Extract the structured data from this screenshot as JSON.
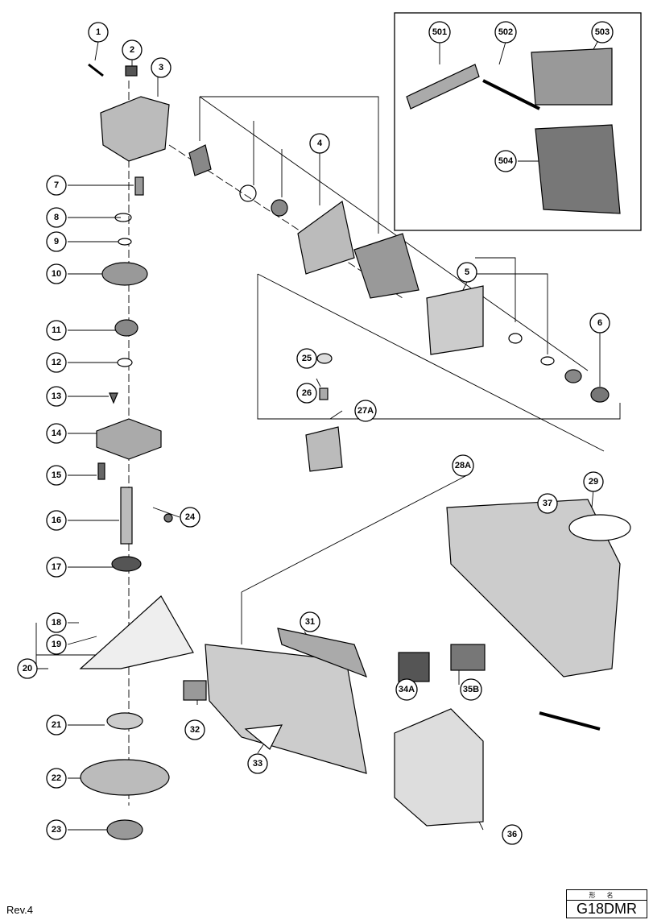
{
  "callouts": [
    "1",
    "2",
    "3",
    "4",
    "5",
    "6",
    "7",
    "8",
    "9",
    "10",
    "11",
    "12",
    "13",
    "14",
    "15",
    "16",
    "17",
    "18",
    "19",
    "20",
    "21",
    "22",
    "23",
    "24",
    "25",
    "26",
    "27A",
    "28A",
    "29",
    "31",
    "32",
    "33",
    "34A",
    "35B",
    "36",
    "37",
    "501",
    "502",
    "503",
    "504"
  ],
  "footer": {
    "revision": "Rev.4",
    "model_label": "形名",
    "model_name": "G18DMR"
  }
}
